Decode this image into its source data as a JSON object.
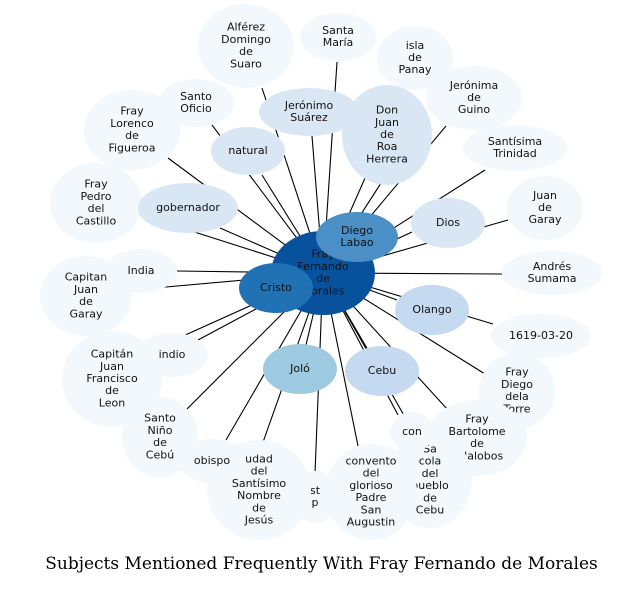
{
  "caption": "Subjects Mentioned Frequently With Fray Fernando de Morales",
  "colors": {
    "pale": "#f3f8fd",
    "light": "#d9e7f5",
    "medium_light": "#c5daf0",
    "medium": "#9ecae1",
    "medium_dark": "#4a90c6",
    "dark": "#2171b5",
    "darkest": "#08519c",
    "edge": "#000000"
  },
  "center": {
    "label": [
      "Fray",
      "Fernando",
      "de",
      "Morales"
    ]
  },
  "nodes": [
    {
      "id": "alferez",
      "label": [
        "Alférez",
        "Domingo",
        "de",
        "Suaro"
      ],
      "tone": "pale"
    },
    {
      "id": "santa-maria",
      "label": [
        "Santa",
        "María"
      ],
      "tone": "pale"
    },
    {
      "id": "isla-panay",
      "label": [
        "isla",
        "de",
        "Panay"
      ],
      "tone": "pale"
    },
    {
      "id": "jeronima-guino",
      "label": [
        "Jerónima",
        "de",
        "Guino"
      ],
      "tone": "pale"
    },
    {
      "id": "santisima-trinidad",
      "label": [
        "Santísima",
        "Trinidad"
      ],
      "tone": "pale"
    },
    {
      "id": "juan-garay",
      "label": [
        "Juan",
        "de",
        "Garay"
      ],
      "tone": "pale"
    },
    {
      "id": "andres-sumama",
      "label": [
        "Andrés",
        "Sumama"
      ],
      "tone": "pale"
    },
    {
      "id": "date-1619",
      "label": [
        "1619-03-20"
      ],
      "tone": "pale"
    },
    {
      "id": "diego-torre",
      "label": [
        "Fray",
        "Diego",
        "dela",
        "Torre"
      ],
      "tone": "pale"
    },
    {
      "id": "bartolome",
      "label": [
        "Fray",
        "Bartolome",
        "de",
        "Villalobos"
      ],
      "tone": "pale"
    },
    {
      "id": "santo-cebu",
      "label": [
        "Sa",
        "cola",
        "del",
        "pueblo",
        "de",
        "Cebu"
      ],
      "tone": "pale"
    },
    {
      "id": "conv-short",
      "label": [
        "con"
      ],
      "tone": "pale"
    },
    {
      "id": "convento",
      "label": [
        "convento",
        "del",
        "glorioso",
        "Padre",
        "San",
        "Augustin"
      ],
      "tone": "pale"
    },
    {
      "id": "st-p",
      "label": [
        "st",
        "p"
      ],
      "tone": "pale"
    },
    {
      "id": "ciudad",
      "label": [
        "udad",
        "del",
        "Santísimo",
        "Nombre",
        "de",
        "Jesús"
      ],
      "tone": "pale"
    },
    {
      "id": "obispo",
      "label": [
        "obispo"
      ],
      "tone": "pale"
    },
    {
      "id": "santo-nino",
      "label": [
        "Santo",
        "Niño",
        "de",
        "Cebú"
      ],
      "tone": "pale"
    },
    {
      "id": "capitan-francisco",
      "label": [
        "Capitán",
        "Juan",
        "Francisco",
        "de",
        "Leon"
      ],
      "tone": "pale"
    },
    {
      "id": "indio",
      "label": [
        "indio"
      ],
      "tone": "pale"
    },
    {
      "id": "capitan-garay",
      "label": [
        "Capitan",
        "Juan",
        "de",
        "Garay"
      ],
      "tone": "pale"
    },
    {
      "id": "india",
      "label": [
        "India"
      ],
      "tone": "pale"
    },
    {
      "id": "pedro-castillo",
      "label": [
        "Fray",
        "Pedro",
        "del",
        "Castillo"
      ],
      "tone": "pale"
    },
    {
      "id": "lorenco",
      "label": [
        "Fray",
        "Lorenco",
        "de",
        "Figueroa"
      ],
      "tone": "pale"
    },
    {
      "id": "santo-oficio",
      "label": [
        "Santo",
        "Oficio"
      ],
      "tone": "pale"
    },
    {
      "id": "jeronimo-suarez",
      "label": [
        "Jerónimo",
        "Suárez"
      ],
      "tone": "light"
    },
    {
      "id": "natural",
      "label": [
        "natural"
      ],
      "tone": "light"
    },
    {
      "id": "gobernador",
      "label": [
        "gobernador"
      ],
      "tone": "light"
    },
    {
      "id": "don-juan",
      "label": [
        "Don",
        "Juan",
        "de",
        "Roa",
        "Herrera"
      ],
      "tone": "light"
    },
    {
      "id": "dios",
      "label": [
        "Dios"
      ],
      "tone": "light"
    },
    {
      "id": "olango",
      "label": [
        "Olango"
      ],
      "tone": "medium_light"
    },
    {
      "id": "cebu",
      "label": [
        "Cebu"
      ],
      "tone": "medium_light"
    },
    {
      "id": "jolo",
      "label": [
        "Joló"
      ],
      "tone": "medium"
    },
    {
      "id": "cristo",
      "label": [
        "Cristo"
      ],
      "tone": "dark"
    },
    {
      "id": "diego-labao",
      "label": [
        "Diego",
        "Labao"
      ],
      "tone": "medium_dark"
    }
  ]
}
